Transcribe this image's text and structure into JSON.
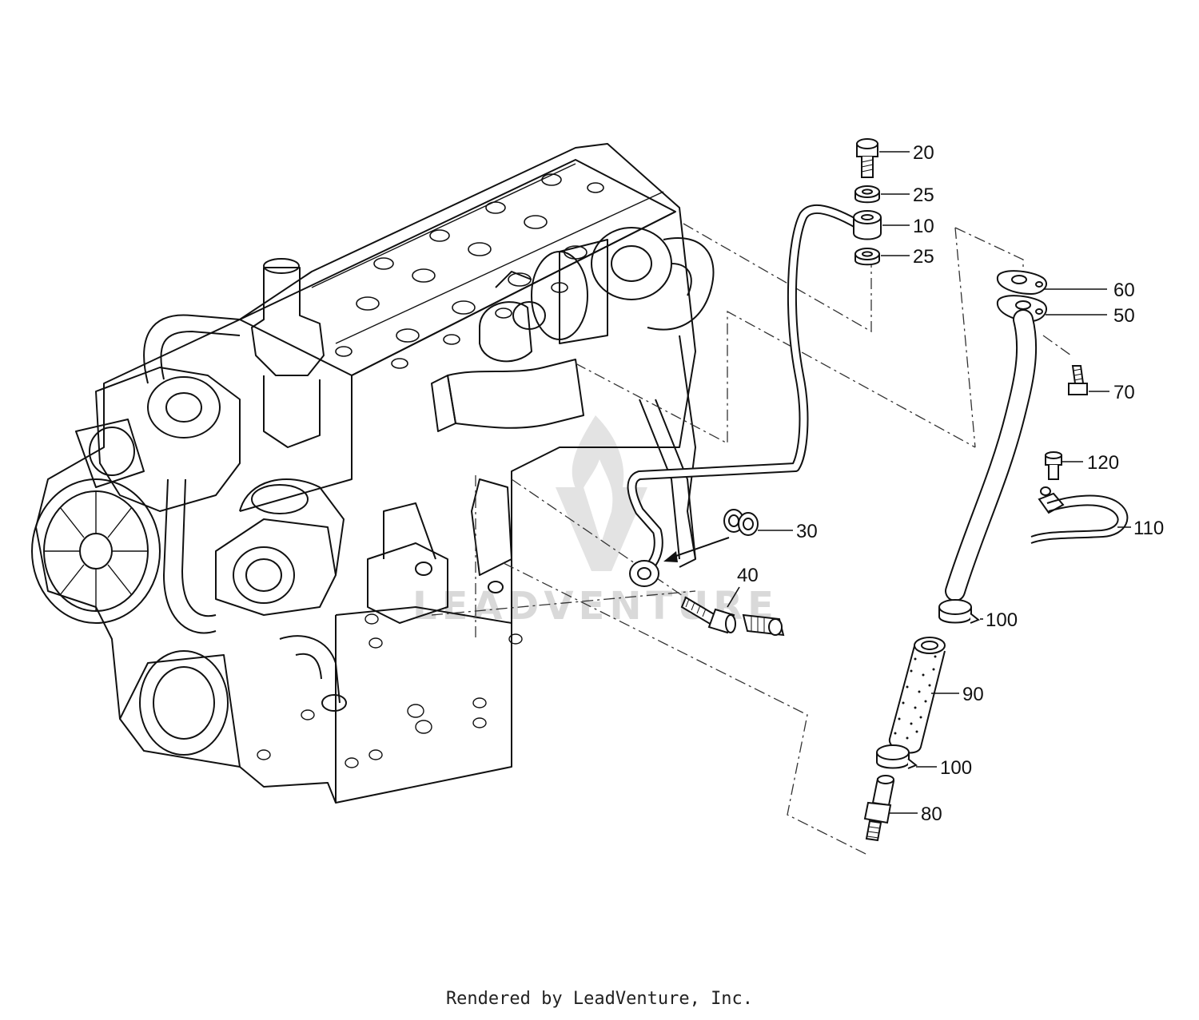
{
  "callouts": {
    "c20": "20",
    "c25a": "25",
    "c10": "10",
    "c25b": "25",
    "c60": "60",
    "c50": "50",
    "c70": "70",
    "c120": "120",
    "c110": "110",
    "c30": "30",
    "c40": "40",
    "c100a": "100",
    "c90": "90",
    "c100b": "100",
    "c80": "80"
  },
  "watermark": "LEADVENTURE",
  "footer": "Rendered by LeadVenture, Inc.",
  "colors": {
    "line": "#111111",
    "watermark": "#d9d9d9"
  }
}
